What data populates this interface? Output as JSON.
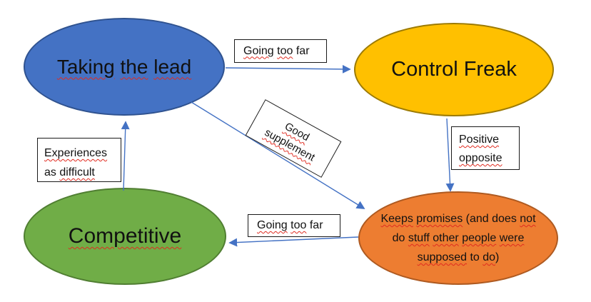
{
  "colors": {
    "node_blue_fill": "#4472C4",
    "node_blue_border": "#2F528F",
    "node_gold_fill": "#FFC000",
    "node_gold_border": "#9C7A00",
    "node_green_fill": "#70AD47",
    "node_green_border": "#507E32",
    "node_orange_fill": "#ED7D31",
    "node_orange_border": "#AE5A21",
    "arrow": "#4472C4",
    "squiggle": "#E02B20",
    "label_border": "#1a1a1a",
    "text": "#111111",
    "background": "#FFFFFF"
  },
  "nodes": {
    "taking_the_lead": {
      "text": "Taking the lead",
      "lines": [
        [
          [
            "Taking",
            1
          ],
          [
            " ",
            0
          ],
          [
            "the",
            1
          ],
          [
            " ",
            0
          ],
          [
            "lead",
            1
          ]
        ]
      ]
    },
    "control_freak": {
      "text": "Control Freak",
      "lines": [
        [
          [
            "Control Freak",
            0
          ]
        ]
      ]
    },
    "competitive": {
      "text": "Competitive",
      "lines": [
        [
          [
            "Competitive",
            1
          ]
        ]
      ]
    },
    "keeps_promises": {
      "text": "Keeps promises (and does not do stuff other people were supposed to do)",
      "lines": [
        [
          [
            "Keeps",
            1
          ],
          [
            " ",
            0
          ],
          [
            "promises",
            1
          ],
          [
            " (and does ",
            0
          ],
          [
            "not",
            1
          ]
        ],
        [
          [
            "do ",
            0
          ],
          [
            "stuff",
            1
          ],
          [
            " ",
            0
          ],
          [
            "other",
            1
          ],
          [
            " ",
            0
          ],
          [
            "people",
            1
          ],
          [
            " ",
            0
          ],
          [
            "were",
            1
          ]
        ],
        [
          [
            "supposed",
            1
          ],
          [
            " to ",
            0
          ],
          [
            "do",
            1
          ],
          [
            ")",
            0
          ]
        ]
      ]
    }
  },
  "labels": {
    "going_too_far_top": {
      "text": "Going too far",
      "lines": [
        [
          [
            "Going",
            1
          ],
          [
            " ",
            0
          ],
          [
            "too",
            1
          ],
          [
            " far",
            0
          ]
        ]
      ]
    },
    "good_supplement": {
      "text": "Good supplement",
      "lines": [
        [
          [
            "Good",
            1
          ]
        ],
        [
          [
            "supplement",
            1
          ]
        ]
      ]
    },
    "positive_opposite": {
      "text": "Positive opposite",
      "lines": [
        [
          [
            "Positive",
            1
          ]
        ],
        [
          [
            "opposite",
            1
          ]
        ]
      ]
    },
    "experiences_as_difficult": {
      "text": "Experiences as difficult",
      "lines": [
        [
          [
            "Experiences",
            1
          ]
        ],
        [
          [
            "as ",
            0
          ],
          [
            "difficult",
            1
          ]
        ]
      ]
    },
    "going_too_far_bottom": {
      "text": "Going too far",
      "lines": [
        [
          [
            "Going",
            1
          ],
          [
            " ",
            0
          ],
          [
            "too",
            1
          ],
          [
            " far",
            0
          ]
        ]
      ]
    }
  },
  "edges": [
    {
      "from": "Taking the lead",
      "to": "Control Freak",
      "label": "Going too far"
    },
    {
      "from": "Taking the lead",
      "to": "Keeps promises (and does not do stuff other people were supposed to do)",
      "label": "Good supplement"
    },
    {
      "from": "Control Freak",
      "to": "Keeps promises (and does not do stuff other people were supposed to do)",
      "label": "Positive opposite"
    },
    {
      "from": "Keeps promises (and does not do stuff other people were supposed to do)",
      "to": "Competitive",
      "label": "Going too far"
    },
    {
      "from": "Competitive",
      "to": "Taking the lead",
      "label": "Experiences as difficult"
    }
  ]
}
